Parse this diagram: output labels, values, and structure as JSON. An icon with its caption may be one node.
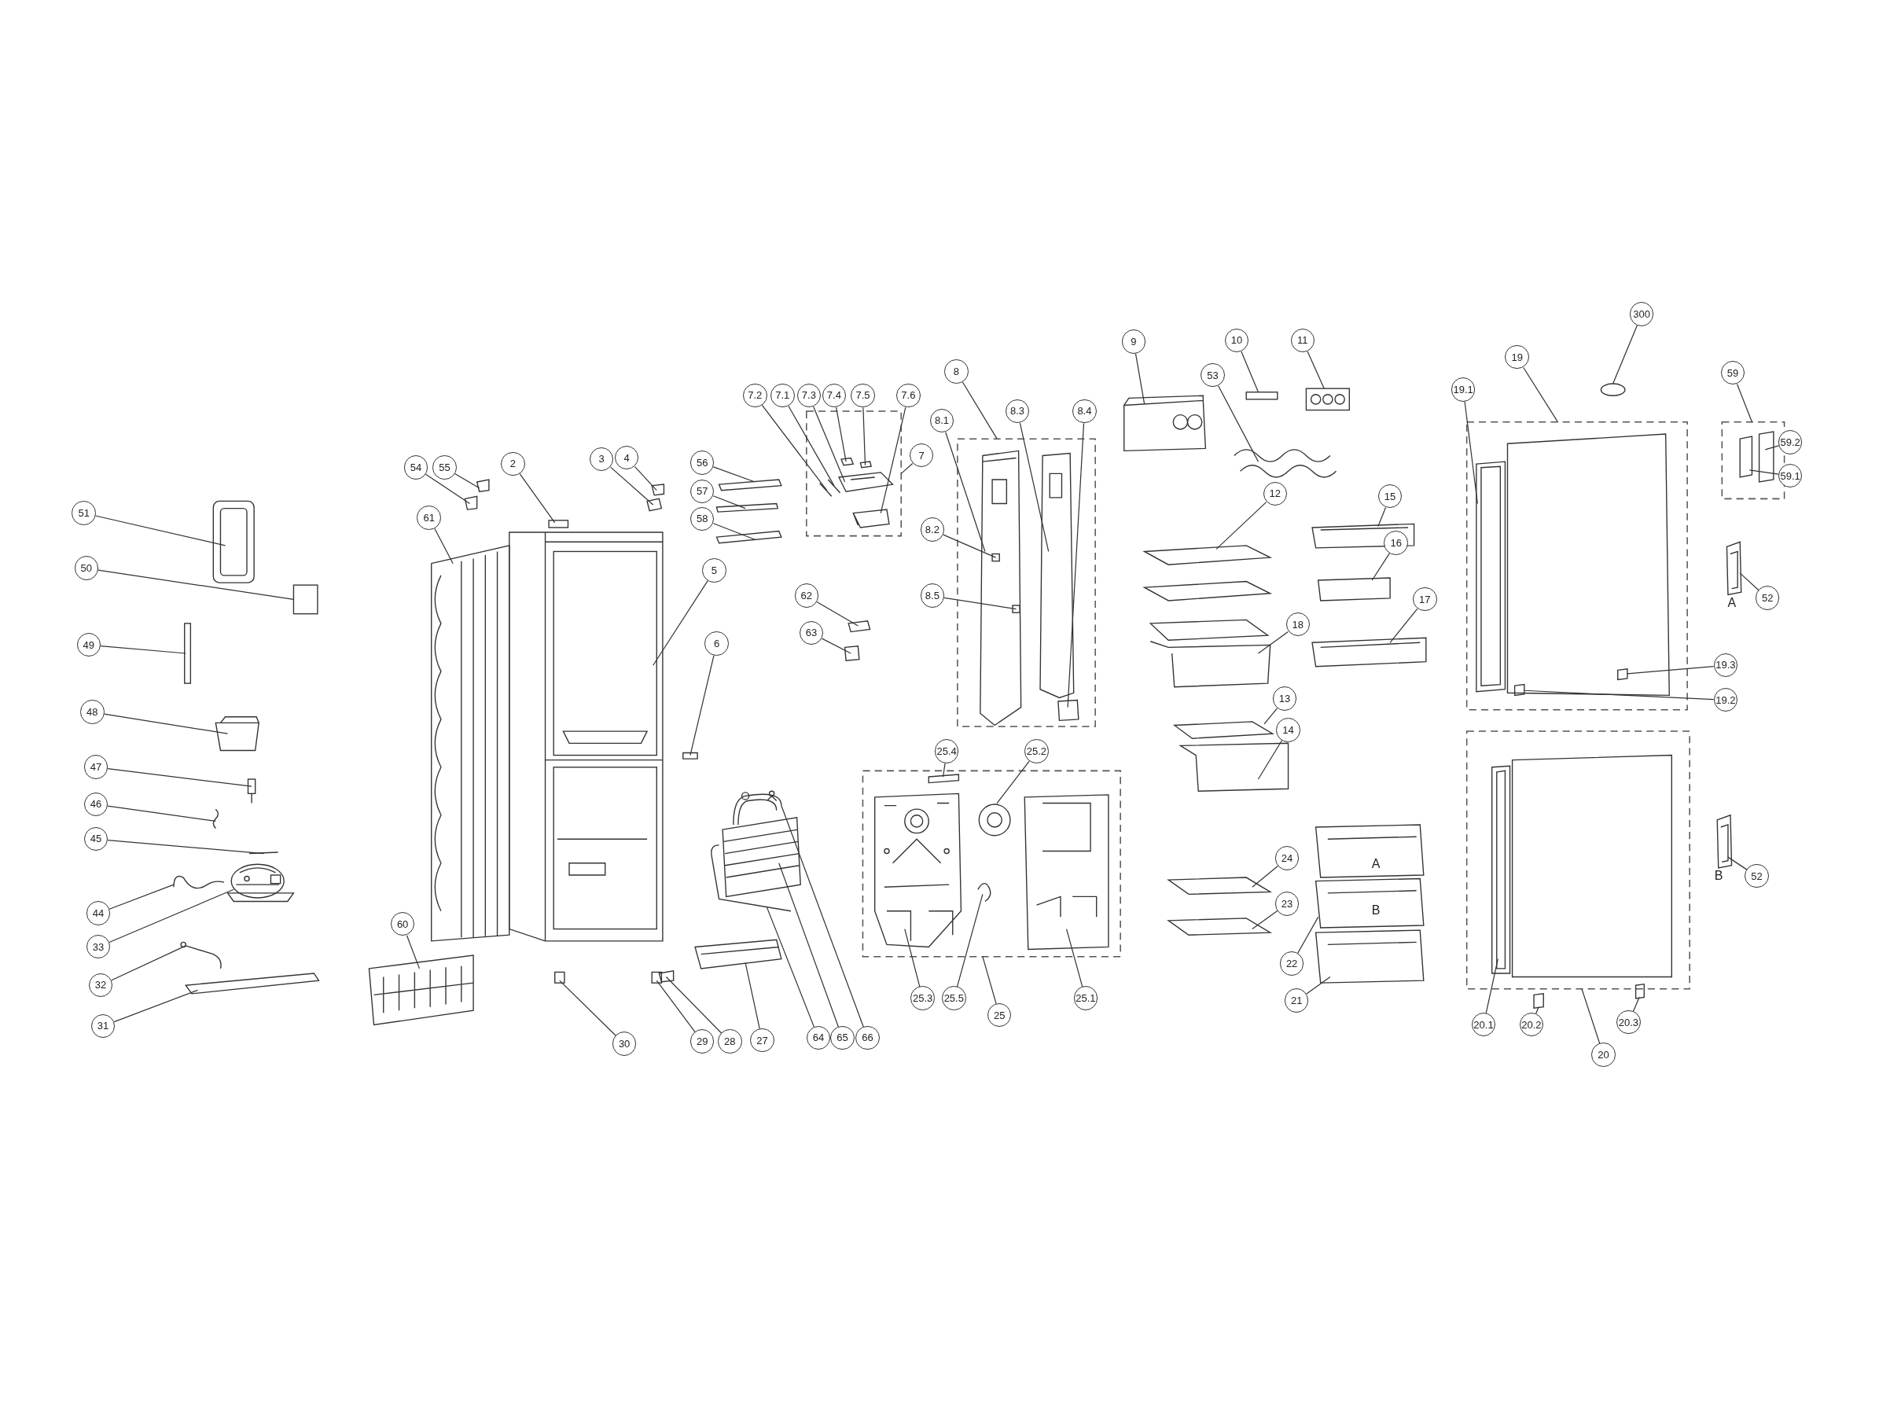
{
  "diagram": {
    "nodes": [
      {
        "text": [
          "51"
        ]
      },
      {
        "text": [
          "50"
        ]
      },
      {
        "text": [
          "49"
        ]
      },
      {
        "text": [
          "48"
        ]
      },
      {
        "text": [
          "47"
        ]
      },
      {
        "text": [
          "46"
        ]
      },
      {
        "text": [
          "45"
        ]
      },
      {
        "text": [
          "44"
        ]
      },
      {
        "text": [
          "33"
        ]
      },
      {
        "text": [
          "32"
        ]
      },
      {
        "text": [
          "31"
        ]
      },
      {
        "text": [
          "54"
        ]
      },
      {
        "text": [
          "55"
        ]
      },
      {
        "text": [
          "61"
        ]
      },
      {
        "text": [
          "2"
        ]
      },
      {
        "text": [
          "3"
        ]
      },
      {
        "text": [
          "4"
        ]
      },
      {
        "text": [
          "5"
        ]
      },
      {
        "text": [
          "6"
        ]
      },
      {
        "text": [
          "60"
        ]
      },
      {
        "text": [
          "30"
        ]
      },
      {
        "text": [
          "29"
        ]
      },
      {
        "text": [
          "28"
        ]
      },
      {
        "text": [
          "27"
        ]
      },
      {
        "text": [
          "64"
        ]
      },
      {
        "text": [
          "65"
        ]
      },
      {
        "text": [
          "66"
        ]
      },
      {
        "text": [
          "56"
        ]
      },
      {
        "text": [
          "57"
        ]
      },
      {
        "text": [
          "58"
        ]
      },
      {
        "text": [
          "7.2"
        ]
      },
      {
        "text": [
          "7.1"
        ]
      },
      {
        "text": [
          "7.3"
        ]
      },
      {
        "text": [
          "7.4"
        ]
      },
      {
        "text": [
          "7.5"
        ]
      },
      {
        "text": [
          "7.6"
        ]
      },
      {
        "text": [
          "7"
        ]
      },
      {
        "text": [
          "62"
        ]
      },
      {
        "text": [
          "63"
        ]
      },
      {
        "text": [
          "8"
        ]
      },
      {
        "text": [
          "8.1"
        ]
      },
      {
        "text": [
          "8.3"
        ]
      },
      {
        "text": [
          "8.4"
        ]
      },
      {
        "text": [
          "8.2"
        ]
      },
      {
        "text": [
          "8.5"
        ]
      },
      {
        "text": [
          "25.4"
        ]
      },
      {
        "text": [
          "25.2"
        ]
      },
      {
        "text": [
          "25.3"
        ]
      },
      {
        "text": [
          "25.5"
        ]
      },
      {
        "text": [
          "25"
        ]
      },
      {
        "text": [
          "25.1"
        ]
      },
      {
        "text": [
          "9"
        ]
      },
      {
        "text": [
          "53"
        ]
      },
      {
        "text": [
          "10"
        ]
      },
      {
        "text": [
          "11"
        ]
      },
      {
        "text": [
          "12"
        ]
      },
      {
        "text": [
          "15"
        ]
      },
      {
        "text": [
          "16"
        ]
      },
      {
        "text": [
          "18"
        ]
      },
      {
        "text": [
          "17"
        ]
      },
      {
        "text": [
          "13"
        ]
      },
      {
        "text": [
          "14"
        ]
      },
      {
        "text": [
          "24"
        ]
      },
      {
        "text": [
          "23"
        ]
      },
      {
        "text": [
          "22"
        ]
      },
      {
        "text": [
          "21"
        ]
      },
      {
        "text": [
          "300"
        ]
      },
      {
        "text": [
          "19"
        ]
      },
      {
        "text": [
          "19.1"
        ]
      },
      {
        "text": [
          "19.3"
        ]
      },
      {
        "text": [
          "19.2"
        ]
      },
      {
        "text": [
          "59"
        ]
      },
      {
        "text": [
          "59.2"
        ]
      },
      {
        "text": [
          "59.1"
        ]
      },
      {
        "text": [
          "52"
        ]
      },
      {
        "text": [
          "52"
        ]
      },
      {
        "text": [
          "20.1"
        ]
      },
      {
        "text": [
          "20.2"
        ]
      },
      {
        "text": [
          "20"
        ]
      },
      {
        "text": [
          "20.3"
        ]
      },
      {
        "text": [],
        "shape": "box"
      },
      {
        "text": [],
        "shape": "box"
      },
      {
        "text": [],
        "shape": "box"
      },
      {
        "text": [],
        "shape": "box"
      },
      {
        "text": [],
        "shape": "box"
      },
      {
        "text": [],
        "shape": "box"
      },
      {
        "text": [],
        "shape": "picture"
      },
      {
        "text": [],
        "shape": "box"
      },
      {
        "text": [],
        "shape": "box"
      },
      {
        "text": [],
        "shape": "picture"
      },
      {
        "text": [],
        "shape": "picture"
      },
      {
        "text": [],
        "shape": "picture"
      },
      {
        "text": [],
        "shape": "picture"
      },
      {
        "text": [],
        "shape": "picture"
      },
      {
        "text": [],
        "shape": "picture"
      },
      {
        "text": [],
        "shape": "picture"
      },
      {
        "text": [],
        "shape": "box"
      },
      {
        "text": [],
        "shape": "box"
      },
      {
        "text": [],
        "shape": "picture"
      },
      {
        "text": [],
        "shape": "picture"
      },
      {
        "text": [],
        "shape": "box"
      },
      {
        "text": [],
        "shape": "picture"
      },
      {
        "text": [],
        "shape": "picture"
      },
      {
        "text": [],
        "shape": "picture"
      },
      {
        "text": [],
        "shape": "box"
      },
      {
        "text": [],
        "shape": "picture"
      },
      {
        "text": [],
        "shape": "box"
      },
      {
        "text": [],
        "shape": "box"
      },
      {
        "text": [],
        "shape": "box"
      },
      {
        "text": [],
        "shape": "picture"
      },
      {
        "text": [],
        "shape": "picture"
      },
      {
        "text": [],
        "shape": "picture"
      },
      {
        "text": [],
        "shape": "picture"
      },
      {
        "text": [],
        "shape": "box"
      },
      {
        "text": [],
        "shape": "box"
      },
      {
        "text": [],
        "shape": "box"
      },
      {
        "text": [],
        "shape": "picture",
        "in": 80
      },
      {
        "text": [],
        "shape": "picture",
        "in": 80
      },
      {
        "text": [],
        "shape": "picture",
        "in": 80
      },
      {
        "text": [],
        "shape": "picture",
        "in": 80
      },
      {
        "text": [],
        "shape": "box",
        "in": 80
      },
      {
        "text": [],
        "shape": "picture",
        "in": 80
      },
      {
        "text": [],
        "shape": "box"
      },
      {
        "text": [],
        "shape": "box"
      },
      {
        "text": [],
        "shape": "picture",
        "in": 81
      },
      {
        "text": [],
        "shape": "picture",
        "in": 81
      },
      {
        "text": [],
        "shape": "box",
        "in": 81
      },
      {
        "text": [],
        "shape": "box",
        "in": 124
      },
      {
        "text": [],
        "shape": "box",
        "in": 124
      },
      {
        "text": [],
        "shape": "box",
        "in": 82
      },
      {
        "text": [],
        "shape": "picture",
        "in": 82
      },
      {
        "text": [],
        "shape": "picture",
        "in": 82
      },
      {
        "text": [],
        "shape": "picture",
        "in": 82
      },
      {
        "text": [],
        "shape": "picture",
        "in": 82
      },
      {
        "text": [],
        "shape": "picture"
      },
      {
        "text": [],
        "shape": "picture"
      },
      {
        "text": [],
        "shape": "box"
      },
      {
        "text": [],
        "shape": "picture"
      },
      {
        "text": [],
        "shape": "picture"
      },
      {
        "text": [],
        "shape": "picture"
      },
      {
        "text": [],
        "shape": "box"
      },
      {
        "text": [],
        "shape": "picture"
      },
      {
        "text": [],
        "shape": "picture"
      },
      {
        "text": [],
        "shape": "picture"
      },
      {
        "text": [],
        "shape": "picture"
      },
      {
        "text": [],
        "shape": "picture"
      },
      {
        "text": [],
        "shape": "picture"
      },
      {
        "text": [],
        "shape": "picture"
      },
      {
        "text": [],
        "shape": "picture"
      },
      {
        "text": [],
        "shape": "circle"
      },
      {
        "text": [],
        "shape": "picture",
        "in": 83
      },
      {
        "text": [],
        "shape": "box",
        "in": 83
      },
      {
        "text": [],
        "shape": "box",
        "in": 83
      },
      {
        "text": [],
        "shape": "box",
        "in": 85
      },
      {
        "text": [],
        "shape": "box",
        "in": 85
      },
      {
        "text": [],
        "shape": "picture"
      },
      {
        "text": [],
        "shape": "picture"
      },
      {
        "text": [],
        "shape": "picture",
        "in": 84
      },
      {
        "text": [],
        "shape": "box"
      },
      {
        "text": [],
        "shape": "box"
      }
    ],
    "edges": [
      {
        "from": 0,
        "to": 86,
        "arrow": "none"
      },
      {
        "from": 1,
        "to": 87,
        "arrow": "none"
      },
      {
        "from": 2,
        "to": 88,
        "arrow": "none"
      },
      {
        "from": 3,
        "to": 89,
        "arrow": "none"
      },
      {
        "from": 4,
        "to": 90,
        "arrow": "none"
      },
      {
        "from": 5,
        "to": 91,
        "arrow": "none"
      },
      {
        "from": 6,
        "to": 92,
        "arrow": "none"
      },
      {
        "from": 7,
        "to": 93,
        "arrow": "none"
      },
      {
        "from": 8,
        "to": 94,
        "arrow": "none"
      },
      {
        "from": 9,
        "to": 95,
        "arrow": "none"
      },
      {
        "from": 10,
        "to": 96,
        "arrow": "none"
      },
      {
        "from": 11,
        "to": 97,
        "arrow": "none"
      },
      {
        "from": 12,
        "to": 98,
        "arrow": "none"
      },
      {
        "from": 13,
        "to": 99,
        "arrow": "none"
      },
      {
        "from": 14,
        "to": 100,
        "arrow": "none"
      },
      {
        "from": 15,
        "to": 101,
        "arrow": "none"
      },
      {
        "from": 16,
        "to": 102,
        "arrow": "none"
      },
      {
        "from": 17,
        "to": 103,
        "arrow": "none"
      },
      {
        "from": 18,
        "to": 104,
        "arrow": "none"
      },
      {
        "from": 19,
        "to": 105,
        "arrow": "none"
      },
      {
        "from": 20,
        "to": 106,
        "arrow": "none"
      },
      {
        "from": 21,
        "to": 107,
        "arrow": "none"
      },
      {
        "from": 22,
        "to": 108,
        "arrow": "none"
      },
      {
        "from": 23,
        "to": 109,
        "arrow": "none"
      },
      {
        "from": 24,
        "to": 110,
        "arrow": "none"
      },
      {
        "from": 25,
        "to": 111,
        "arrow": "none"
      },
      {
        "from": 26,
        "to": 112,
        "arrow": "none"
      },
      {
        "from": 27,
        "to": 113,
        "arrow": "none"
      },
      {
        "from": 28,
        "to": 114,
        "arrow": "none"
      },
      {
        "from": 29,
        "to": 115,
        "arrow": "none"
      },
      {
        "from": 30,
        "to": 116,
        "arrow": "none"
      },
      {
        "from": 31,
        "to": 117,
        "arrow": "none"
      },
      {
        "from": 32,
        "to": 118,
        "arrow": "none"
      },
      {
        "from": 33,
        "to": 119,
        "arrow": "none"
      },
      {
        "from": 34,
        "to": 120,
        "arrow": "none"
      },
      {
        "from": 35,
        "to": 121,
        "arrow": "none"
      },
      {
        "from": 36,
        "to": 80,
        "arrow": "none"
      },
      {
        "from": 37,
        "to": 122,
        "arrow": "none"
      },
      {
        "from": 38,
        "to": 123,
        "arrow": "none"
      },
      {
        "from": 39,
        "to": 81,
        "arrow": "none"
      },
      {
        "from": 40,
        "to": 124,
        "arrow": "none"
      },
      {
        "from": 41,
        "to": 125,
        "arrow": "none"
      },
      {
        "from": 42,
        "to": 126,
        "arrow": "none"
      },
      {
        "from": 43,
        "to": 127,
        "arrow": "none"
      },
      {
        "from": 44,
        "to": 128,
        "arrow": "none"
      },
      {
        "from": 45,
        "to": 129,
        "arrow": "none"
      },
      {
        "from": 46,
        "to": 130,
        "arrow": "none"
      },
      {
        "from": 47,
        "to": 131,
        "arrow": "none"
      },
      {
        "from": 48,
        "to": 132,
        "arrow": "none"
      },
      {
        "from": 49,
        "to": 82,
        "arrow": "none"
      },
      {
        "from": 50,
        "to": 133,
        "arrow": "none"
      },
      {
        "from": 51,
        "to": 134,
        "arrow": "none"
      },
      {
        "from": 52,
        "to": 135,
        "arrow": "none"
      },
      {
        "from": 53,
        "to": 136,
        "arrow": "none"
      },
      {
        "from": 54,
        "to": 137,
        "arrow": "none"
      },
      {
        "from": 55,
        "to": 138,
        "arrow": "none"
      },
      {
        "from": 56,
        "to": 139,
        "arrow": "none"
      },
      {
        "from": 57,
        "to": 140,
        "arrow": "none"
      },
      {
        "from": 58,
        "to": 141,
        "arrow": "none"
      },
      {
        "from": 59,
        "to": 142,
        "arrow": "none"
      },
      {
        "from": 60,
        "to": 143,
        "arrow": "none"
      },
      {
        "from": 61,
        "to": 144,
        "arrow": "none"
      },
      {
        "from": 62,
        "to": 145,
        "arrow": "none"
      },
      {
        "from": 63,
        "to": 146,
        "arrow": "none"
      },
      {
        "from": 64,
        "to": 147,
        "arrow": "none"
      },
      {
        "from": 65,
        "to": 148,
        "arrow": "none"
      },
      {
        "from": 66,
        "to": 149,
        "arrow": "none"
      },
      {
        "from": 67,
        "to": 83,
        "arrow": "none"
      },
      {
        "from": 68,
        "to": 150,
        "arrow": "none"
      },
      {
        "from": 69,
        "to": 151,
        "arrow": "none"
      },
      {
        "from": 70,
        "to": 152,
        "arrow": "none"
      },
      {
        "from": 71,
        "to": 85,
        "arrow": "none"
      },
      {
        "from": 72,
        "to": 154,
        "arrow": "none"
      },
      {
        "from": 73,
        "to": 153,
        "arrow": "none"
      },
      {
        "from": 74,
        "to": 155,
        "arrow": "none"
      },
      {
        "from": 75,
        "to": 156,
        "arrow": "none"
      },
      {
        "from": 76,
        "to": 157,
        "arrow": "none"
      },
      {
        "from": 77,
        "to": 158,
        "arrow": "none"
      },
      {
        "from": 78,
        "to": 84,
        "arrow": "none"
      },
      {
        "from": 79,
        "to": 159,
        "arrow": "none"
      }
    ],
    "labels": [
      "A",
      "A",
      "B",
      "B"
    ]
  }
}
